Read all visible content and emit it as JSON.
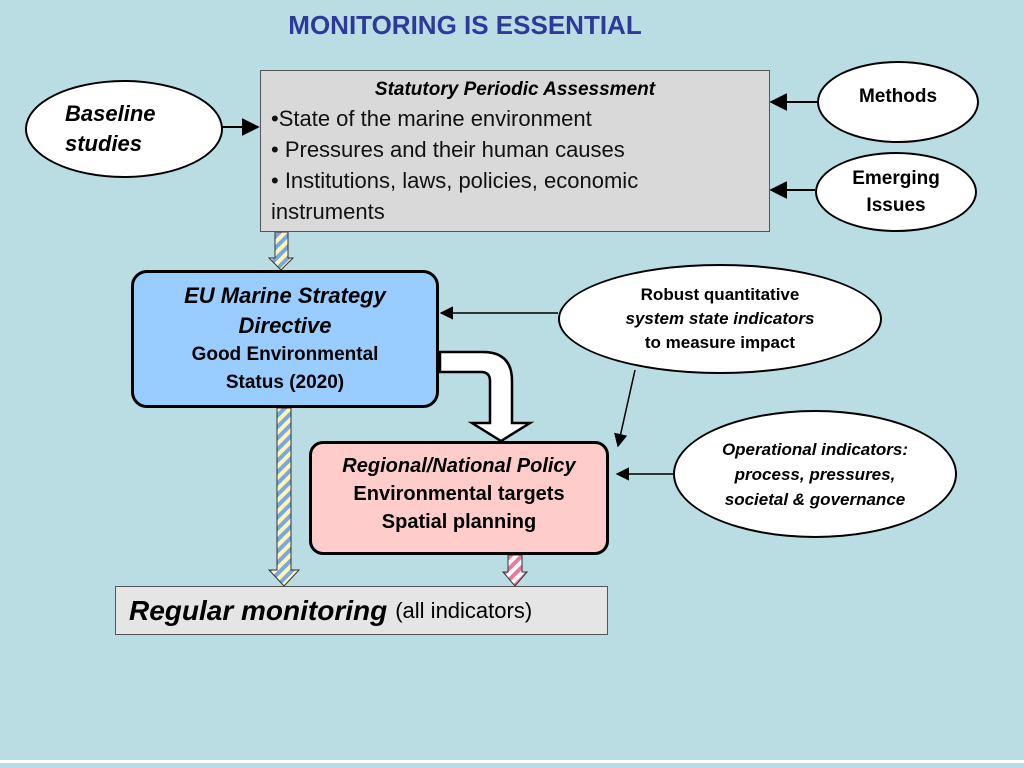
{
  "title": "MONITORING IS ESSENTIAL",
  "baseline": {
    "line1": "Baseline",
    "line2": "studies"
  },
  "assessment": {
    "heading": "Statutory Periodic Assessment",
    "item1": "•State of the marine environment",
    "item2": "• Pressures and their human causes",
    "item3": "• Institutions, laws, policies, economic instruments"
  },
  "methods": "Methods",
  "emerging": {
    "line1": "Emerging",
    "line2": "Issues"
  },
  "msfd": {
    "line1": "EU Marine Strategy",
    "line2": "Directive",
    "line3": "Good Environmental",
    "line4": "Status (2020)"
  },
  "robust": {
    "line1": "Robust quantitative",
    "line2": "system state indicators",
    "line3": "to measure impact"
  },
  "policy": {
    "line1": "Regional/National Policy",
    "line2": "Environmental targets",
    "line3": "Spatial planning"
  },
  "operational": {
    "line1": "Operational indicators:",
    "line2": "process, pressures,",
    "line3": "societal & governance"
  },
  "monitoring": {
    "main": "Regular monitoring",
    "sub": "(all indicators)"
  },
  "colors": {
    "background": "#b9dde2",
    "title": "#2e3a9a",
    "assessment_fill": "#d9d9d9",
    "msfd_fill": "#99ccff",
    "policy_fill": "#ffcccc",
    "monitoring_fill": "#e5e5e5"
  }
}
